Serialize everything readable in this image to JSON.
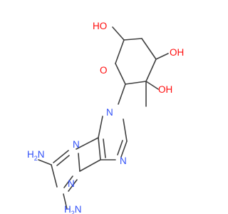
{
  "molecule": {
    "atoms": {
      "ho_ch2": "HO",
      "oh_c3": "OH",
      "oh_c2": "OH",
      "ring_o": "O",
      "n9": "N",
      "n3": "N",
      "n1": "N",
      "n7": "N",
      "nh2_c2_h": "H",
      "nh2_c2_n": "N",
      "nh2_c2_h2": "2",
      "nh2_c6_h": "H",
      "nh2_c6_n": "N",
      "nh2_c6_h2": "2"
    },
    "colors": {
      "bond": "#404040",
      "oxygen": "#ff0d0d",
      "nitrogen": "#3050f8"
    }
  }
}
